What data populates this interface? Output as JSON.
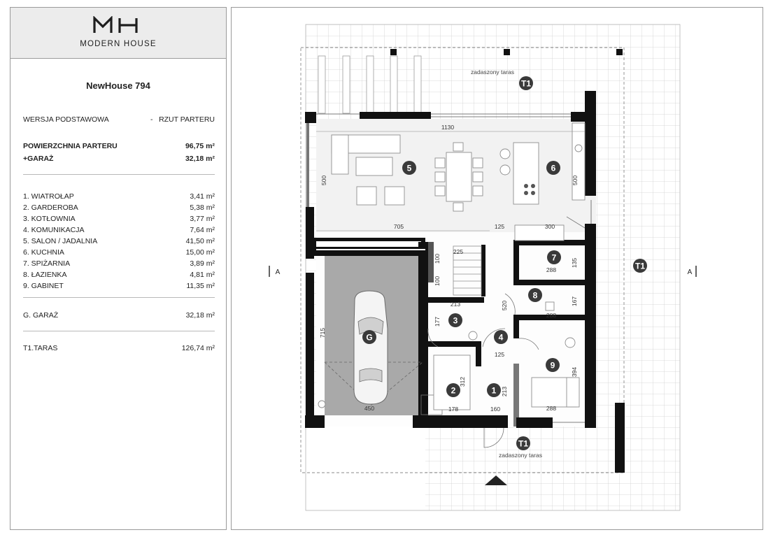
{
  "brand": {
    "monogram": "MH",
    "name": "MODERN HOUSE"
  },
  "project_title": "NewHouse 794",
  "version_label": "WERSJA  PODSTAWOWA",
  "version_dash": "-",
  "view_label": "RZUT PARTERU",
  "area_summary": [
    {
      "label": "POWIERZCHNIA PARTERU",
      "value": "96,75 m²"
    },
    {
      "label": "+GARAŻ",
      "value": "32,18 m²"
    }
  ],
  "rooms": [
    {
      "label": "1.  WIATROŁAP",
      "value": "3,41 m²"
    },
    {
      "label": "2.  GARDEROBA",
      "value": "5,38 m²"
    },
    {
      "label": "3.  KOTŁOWNIA",
      "value": "3,77 m²"
    },
    {
      "label": "4.  KOMUNIKACJA",
      "value": "7,64 m²"
    },
    {
      "label": "5.  SALON / JADALNIA",
      "value": "41,50 m²"
    },
    {
      "label": "6.  KUCHNIA",
      "value": "15,00 m²"
    },
    {
      "label": "7.  SPIŻARNIA",
      "value": "3,89 m²"
    },
    {
      "label": "8.  ŁAZIENKA",
      "value": "4,81 m²"
    },
    {
      "label": "9.  GABINET",
      "value": "11,35 m²"
    }
  ],
  "garage": {
    "label": "G.  GARAŻ",
    "value": "32,18 m²"
  },
  "terrace": {
    "label": "T1.TARAS",
    "value": "126,74 m²"
  },
  "plan": {
    "section_marker": "A",
    "covered_terrace": "zadaszony taras",
    "terrace_badge": "T1",
    "garage_badge": "G",
    "room_numbers": [
      "1",
      "2",
      "3",
      "4",
      "5",
      "6",
      "7",
      "8",
      "9"
    ],
    "dimensions": {
      "top_width": "1130",
      "left_height": "500",
      "right_height": "500",
      "living_width": "705",
      "corridor_width": "125",
      "kitchen_width": "300",
      "stair_width": "225",
      "stair_h1": "100",
      "stair_h2": "100",
      "boiler_width": "213",
      "boiler_height": "177",
      "garage_height": "715",
      "garage_width": "450",
      "wardrobe_height": "312",
      "wardrobe_width": "178",
      "vestibule_width": "160",
      "vestibule_height": "213",
      "hall_width": "125",
      "hall_height": "520",
      "pantry_width": "288",
      "pantry_height": "135",
      "bath_width": "288",
      "bath_height": "167",
      "office_width": "288",
      "office_height": "394"
    }
  }
}
